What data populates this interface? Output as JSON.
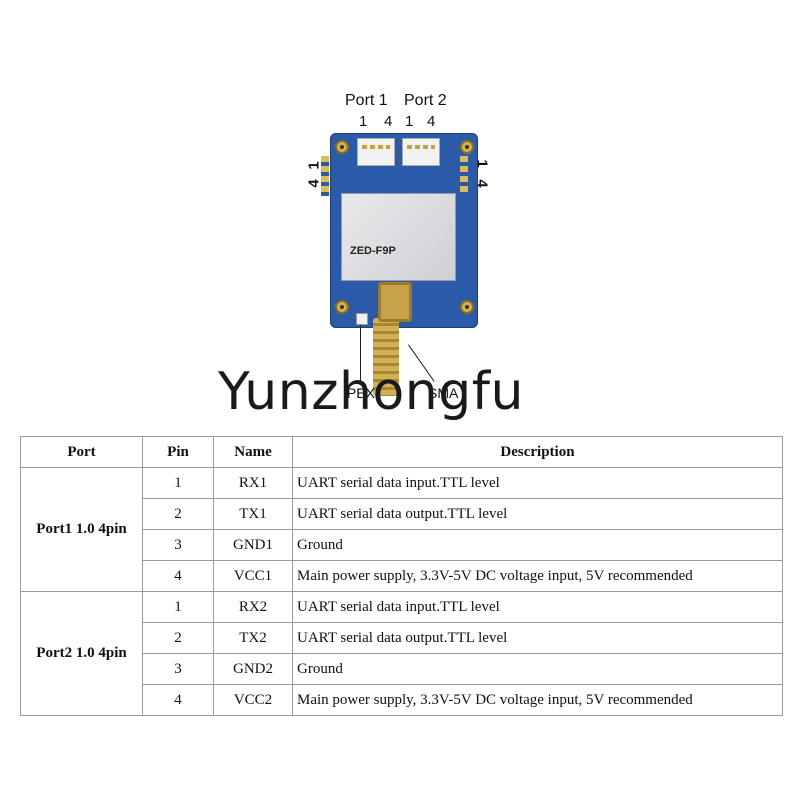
{
  "figure": {
    "port1_label": "Port 1",
    "port2_label": "Port 2",
    "port1_pins": [
      "1",
      "4"
    ],
    "port2_pins": [
      "1",
      "4"
    ],
    "left_header_pins": [
      "4",
      "1"
    ],
    "right_header_pins": [
      "1",
      "4"
    ],
    "module_label": "ZED-F9P",
    "antenna_labels": [
      "IPEX",
      "SMA"
    ],
    "watermark": "Yunzhongfu"
  },
  "table": {
    "headers": [
      "Port",
      "Pin",
      "Name",
      "Description"
    ],
    "groups": [
      {
        "port": "Port1 1.0 4pin",
        "rows": [
          {
            "pin": "1",
            "name": "RX1",
            "desc": "UART serial data input.TTL level"
          },
          {
            "pin": "2",
            "name": "TX1",
            "desc": "UART serial data output.TTL level"
          },
          {
            "pin": "3",
            "name": "GND1",
            "desc": "Ground"
          },
          {
            "pin": "4",
            "name": "VCC1",
            "desc": "Main power supply, 3.3V-5V DC voltage input, 5V recommended"
          }
        ]
      },
      {
        "port": "Port2 1.0 4pin",
        "rows": [
          {
            "pin": "1",
            "name": "RX2",
            "desc": "UART serial data input.TTL level"
          },
          {
            "pin": "2",
            "name": "TX2",
            "desc": "UART serial data output.TTL level"
          },
          {
            "pin": "3",
            "name": "GND2",
            "desc": "Ground"
          },
          {
            "pin": "4",
            "name": "VCC2",
            "desc": "Main power supply, 3.3V-5V DC voltage input, 5V recommended"
          }
        ]
      }
    ]
  }
}
